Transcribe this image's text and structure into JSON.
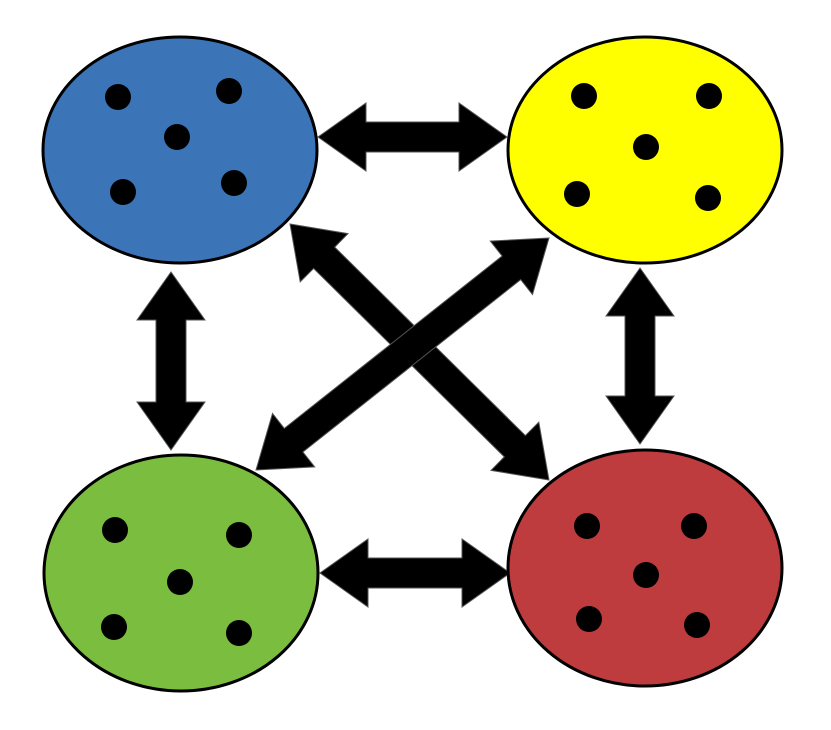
{
  "diagram": {
    "nodes": [
      {
        "id": "blue",
        "color": "#3b75b8",
        "dots": 5
      },
      {
        "id": "yellow",
        "color": "#ffff00",
        "dots": 5
      },
      {
        "id": "green",
        "color": "#7bbd3e",
        "dots": 5
      },
      {
        "id": "red",
        "color": "#be3c3d",
        "dots": 5
      }
    ],
    "connections": [
      {
        "from": "blue",
        "to": "yellow",
        "direction": "bidirectional"
      },
      {
        "from": "blue",
        "to": "green",
        "direction": "bidirectional"
      },
      {
        "from": "yellow",
        "to": "red",
        "direction": "bidirectional"
      },
      {
        "from": "green",
        "to": "red",
        "direction": "bidirectional"
      },
      {
        "from": "blue",
        "to": "red",
        "direction": "bidirectional"
      },
      {
        "from": "yellow",
        "to": "green",
        "direction": "bidirectional"
      }
    ],
    "colors": {
      "outline": "#000000",
      "arrow": "#000000",
      "dot": "#000000"
    }
  }
}
